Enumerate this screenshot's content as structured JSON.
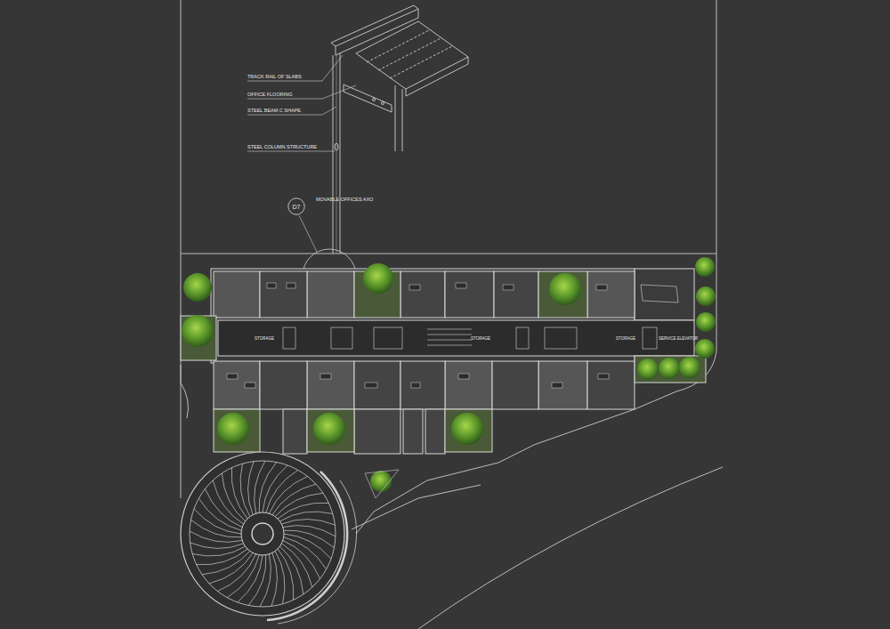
{
  "diagram": {
    "nodes": [
      {
        "text": [
          "D7"
        ]
      }
    ],
    "labels": [
      "TRACK RAIL OF SLABS",
      "OFFICE FLOORING",
      "STEEL BEAM C SHAPE",
      "STEEL COLUMN STRUCTURE",
      "MOVABLE OFFICES AXO",
      "STORAGE",
      "STORAGE",
      "STORAGE",
      "SERVICE ELEVATOR"
    ]
  }
}
